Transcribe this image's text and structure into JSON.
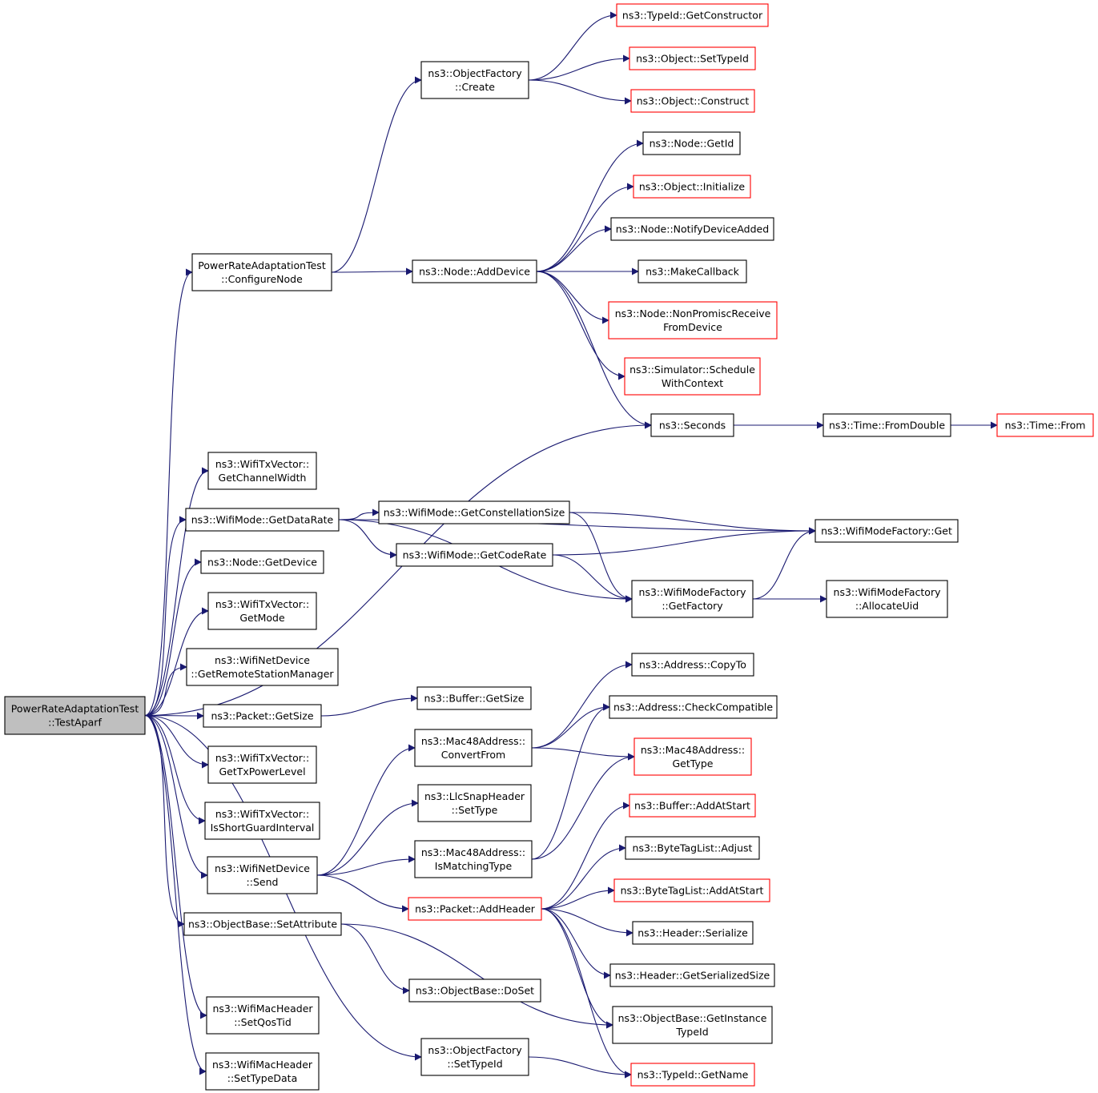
{
  "colors": {
    "edge": "#191970",
    "normal_border": "#000000",
    "truncated_border": "#ff0000",
    "root_fill": "#bfbfbf",
    "node_fill": "#ffffff"
  },
  "nodes": [
    {
      "id": "root",
      "lines": [
        "PowerRateAdaptationTest",
        "::TestAparf"
      ],
      "kind": "root"
    },
    {
      "id": "configurenode",
      "lines": [
        "PowerRateAdaptationTest",
        "::ConfigureNode"
      ],
      "kind": "normal"
    },
    {
      "id": "of_create",
      "lines": [
        "ns3::ObjectFactory",
        "::Create"
      ],
      "kind": "normal"
    },
    {
      "id": "typeid_getconstructor",
      "lines": [
        "ns3::TypeId::GetConstructor"
      ],
      "kind": "truncated"
    },
    {
      "id": "object_settypeid",
      "lines": [
        "ns3::Object::SetTypeId"
      ],
      "kind": "truncated"
    },
    {
      "id": "object_construct",
      "lines": [
        "ns3::Object::Construct"
      ],
      "kind": "truncated"
    },
    {
      "id": "node_getid",
      "lines": [
        "ns3::Node::GetId"
      ],
      "kind": "normal"
    },
    {
      "id": "object_initialize",
      "lines": [
        "ns3::Object::Initialize"
      ],
      "kind": "truncated"
    },
    {
      "id": "node_notifydeviceadded",
      "lines": [
        "ns3::Node::NotifyDeviceAdded"
      ],
      "kind": "normal"
    },
    {
      "id": "node_adddevice",
      "lines": [
        "ns3::Node::AddDevice"
      ],
      "kind": "normal"
    },
    {
      "id": "makecallback",
      "lines": [
        "ns3::MakeCallback"
      ],
      "kind": "normal"
    },
    {
      "id": "node_nonpromisc",
      "lines": [
        "ns3::Node::NonPromiscReceive",
        "FromDevice"
      ],
      "kind": "truncated"
    },
    {
      "id": "sim_schedule",
      "lines": [
        "ns3::Simulator::Schedule",
        "WithContext"
      ],
      "kind": "truncated"
    },
    {
      "id": "seconds",
      "lines": [
        "ns3::Seconds"
      ],
      "kind": "normal"
    },
    {
      "id": "time_fromdouble",
      "lines": [
        "ns3::Time::FromDouble"
      ],
      "kind": "normal"
    },
    {
      "id": "time_from",
      "lines": [
        "ns3::Time::From"
      ],
      "kind": "truncated"
    },
    {
      "id": "txv_getchannelwidth",
      "lines": [
        "ns3::WifiTxVector::",
        "GetChannelWidth"
      ],
      "kind": "normal"
    },
    {
      "id": "wm_getdatarate",
      "lines": [
        "ns3::WifiMode::GetDataRate"
      ],
      "kind": "normal"
    },
    {
      "id": "wm_getconstellationsize",
      "lines": [
        "ns3::WifiMode::GetConstellationSize"
      ],
      "kind": "normal"
    },
    {
      "id": "wmf_get",
      "lines": [
        "ns3::WifiModeFactory::Get"
      ],
      "kind": "normal"
    },
    {
      "id": "wm_getcoderate",
      "lines": [
        "ns3::WifiMode::GetCodeRate"
      ],
      "kind": "normal"
    },
    {
      "id": "node_getdevice",
      "lines": [
        "ns3::Node::GetDevice"
      ],
      "kind": "normal"
    },
    {
      "id": "wmf_getfactory",
      "lines": [
        "ns3::WifiModeFactory",
        "::GetFactory"
      ],
      "kind": "normal"
    },
    {
      "id": "wmf_allocateuid",
      "lines": [
        "ns3::WifiModeFactory",
        "::AllocateUid"
      ],
      "kind": "normal"
    },
    {
      "id": "txv_getmode",
      "lines": [
        "ns3::WifiTxVector::",
        "GetMode"
      ],
      "kind": "normal"
    },
    {
      "id": "wnd_getrsm",
      "lines": [
        "ns3::WifiNetDevice",
        "::GetRemoteStationManager"
      ],
      "kind": "normal"
    },
    {
      "id": "addr_copyto",
      "lines": [
        "ns3::Address::CopyTo"
      ],
      "kind": "normal"
    },
    {
      "id": "buffer_getsize",
      "lines": [
        "ns3::Buffer::GetSize"
      ],
      "kind": "normal"
    },
    {
      "id": "addr_checkcompatible",
      "lines": [
        "ns3::Address::CheckCompatible"
      ],
      "kind": "normal"
    },
    {
      "id": "packet_getsize",
      "lines": [
        "ns3::Packet::GetSize"
      ],
      "kind": "normal"
    },
    {
      "id": "mac48_convertfrom",
      "lines": [
        "ns3::Mac48Address::",
        "ConvertFrom"
      ],
      "kind": "normal"
    },
    {
      "id": "mac48_gettype",
      "lines": [
        "ns3::Mac48Address::",
        "GetType"
      ],
      "kind": "truncated"
    },
    {
      "id": "txv_gettxpowerlevel",
      "lines": [
        "ns3::WifiTxVector::",
        "GetTxPowerLevel"
      ],
      "kind": "normal"
    },
    {
      "id": "llcsnap_settype",
      "lines": [
        "ns3::LlcSnapHeader",
        "::SetType"
      ],
      "kind": "normal"
    },
    {
      "id": "buffer_addatstart",
      "lines": [
        "ns3::Buffer::AddAtStart"
      ],
      "kind": "truncated"
    },
    {
      "id": "txv_isshortgi",
      "lines": [
        "ns3::WifiTxVector::",
        "IsShortGuardInterval"
      ],
      "kind": "normal"
    },
    {
      "id": "btl_adjust",
      "lines": [
        "ns3::ByteTagList::Adjust"
      ],
      "kind": "normal"
    },
    {
      "id": "mac48_ismatchingtype",
      "lines": [
        "ns3::Mac48Address::",
        "IsMatchingType"
      ],
      "kind": "normal"
    },
    {
      "id": "wnd_send",
      "lines": [
        "ns3::WifiNetDevice",
        "::Send"
      ],
      "kind": "normal"
    },
    {
      "id": "btl_addatstart",
      "lines": [
        "ns3::ByteTagList::AddAtStart"
      ],
      "kind": "truncated"
    },
    {
      "id": "packet_addheader",
      "lines": [
        "ns3::Packet::AddHeader"
      ],
      "kind": "truncated"
    },
    {
      "id": "header_serialize",
      "lines": [
        "ns3::Header::Serialize"
      ],
      "kind": "normal"
    },
    {
      "id": "ob_setattribute",
      "lines": [
        "ns3::ObjectBase::SetAttribute"
      ],
      "kind": "normal"
    },
    {
      "id": "header_getserializedsize",
      "lines": [
        "ns3::Header::GetSerializedSize"
      ],
      "kind": "normal"
    },
    {
      "id": "ob_doset",
      "lines": [
        "ns3::ObjectBase::DoSet"
      ],
      "kind": "normal"
    },
    {
      "id": "ob_getinstancetypeid",
      "lines": [
        "ns3::ObjectBase::GetInstance",
        "TypeId"
      ],
      "kind": "normal"
    },
    {
      "id": "wmh_setqostid",
      "lines": [
        "ns3::WifiMacHeader",
        "::SetQosTid"
      ],
      "kind": "normal"
    },
    {
      "id": "of_settypeid",
      "lines": [
        "ns3::ObjectFactory",
        "::SetTypeId"
      ],
      "kind": "normal"
    },
    {
      "id": "typeid_getname",
      "lines": [
        "ns3::TypeId::GetName"
      ],
      "kind": "truncated"
    },
    {
      "id": "wmh_settypedata",
      "lines": [
        "ns3::WifiMacHeader",
        "::SetTypeData"
      ],
      "kind": "normal"
    }
  ],
  "edges": [
    [
      "root",
      "configurenode"
    ],
    [
      "root",
      "seconds"
    ],
    [
      "root",
      "txv_getchannelwidth"
    ],
    [
      "root",
      "wm_getdatarate"
    ],
    [
      "root",
      "node_getdevice"
    ],
    [
      "root",
      "txv_getmode"
    ],
    [
      "root",
      "wnd_getrsm"
    ],
    [
      "root",
      "packet_getsize"
    ],
    [
      "root",
      "txv_gettxpowerlevel"
    ],
    [
      "root",
      "txv_isshortgi"
    ],
    [
      "root",
      "wnd_send"
    ],
    [
      "root",
      "ob_setattribute"
    ],
    [
      "root",
      "wmh_setqostid"
    ],
    [
      "root",
      "of_settypeid"
    ],
    [
      "root",
      "wmh_settypedata"
    ],
    [
      "configurenode",
      "of_create"
    ],
    [
      "configurenode",
      "node_adddevice"
    ],
    [
      "of_create",
      "typeid_getconstructor"
    ],
    [
      "of_create",
      "object_settypeid"
    ],
    [
      "of_create",
      "object_construct"
    ],
    [
      "node_adddevice",
      "node_getid"
    ],
    [
      "node_adddevice",
      "object_initialize"
    ],
    [
      "node_adddevice",
      "node_notifydeviceadded"
    ],
    [
      "node_adddevice",
      "makecallback"
    ],
    [
      "node_adddevice",
      "node_nonpromisc"
    ],
    [
      "node_adddevice",
      "sim_schedule"
    ],
    [
      "node_adddevice",
      "seconds"
    ],
    [
      "seconds",
      "time_fromdouble"
    ],
    [
      "time_fromdouble",
      "time_from"
    ],
    [
      "wm_getdatarate",
      "wm_getconstellationsize"
    ],
    [
      "wm_getdatarate",
      "wmf_get"
    ],
    [
      "wm_getdatarate",
      "wm_getcoderate"
    ],
    [
      "wm_getdatarate",
      "wmf_getfactory"
    ],
    [
      "wm_getconstellationsize",
      "wmf_get"
    ],
    [
      "wm_getconstellationsize",
      "wmf_getfactory"
    ],
    [
      "wm_getcoderate",
      "wmf_get"
    ],
    [
      "wm_getcoderate",
      "wmf_getfactory"
    ],
    [
      "wmf_getfactory",
      "wmf_get"
    ],
    [
      "wmf_getfactory",
      "wmf_allocateuid"
    ],
    [
      "packet_getsize",
      "buffer_getsize"
    ],
    [
      "wnd_send",
      "mac48_convertfrom"
    ],
    [
      "wnd_send",
      "llcsnap_settype"
    ],
    [
      "wnd_send",
      "mac48_ismatchingtype"
    ],
    [
      "wnd_send",
      "packet_addheader"
    ],
    [
      "mac48_convertfrom",
      "addr_copyto"
    ],
    [
      "mac48_convertfrom",
      "addr_checkcompatible"
    ],
    [
      "mac48_convertfrom",
      "mac48_gettype"
    ],
    [
      "mac48_ismatchingtype",
      "addr_checkcompatible"
    ],
    [
      "mac48_ismatchingtype",
      "mac48_gettype"
    ],
    [
      "packet_addheader",
      "buffer_addatstart"
    ],
    [
      "packet_addheader",
      "btl_adjust"
    ],
    [
      "packet_addheader",
      "btl_addatstart"
    ],
    [
      "packet_addheader",
      "header_serialize"
    ],
    [
      "packet_addheader",
      "header_getserializedsize"
    ],
    [
      "packet_addheader",
      "ob_getinstancetypeid"
    ],
    [
      "packet_addheader",
      "typeid_getname"
    ],
    [
      "ob_setattribute",
      "ob_doset"
    ],
    [
      "ob_setattribute",
      "ob_getinstancetypeid"
    ],
    [
      "of_settypeid",
      "typeid_getname"
    ]
  ]
}
